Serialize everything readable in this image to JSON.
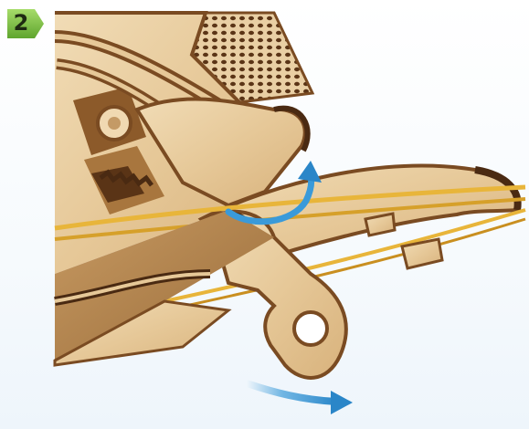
{
  "step": {
    "number": "2",
    "badge_color": "#7cc242"
  },
  "colors": {
    "wood_light": "#e9cfa4",
    "wood_mid": "#d9b682",
    "wood_edge": "#7a4b22",
    "wood_dark": "#4a2a12",
    "rubber_band": "#e8b53a",
    "arrow_blue": "#3a9ad9"
  },
  "arrows": {
    "rotate": "rotation-arrow",
    "swing": "movement-arrow"
  }
}
